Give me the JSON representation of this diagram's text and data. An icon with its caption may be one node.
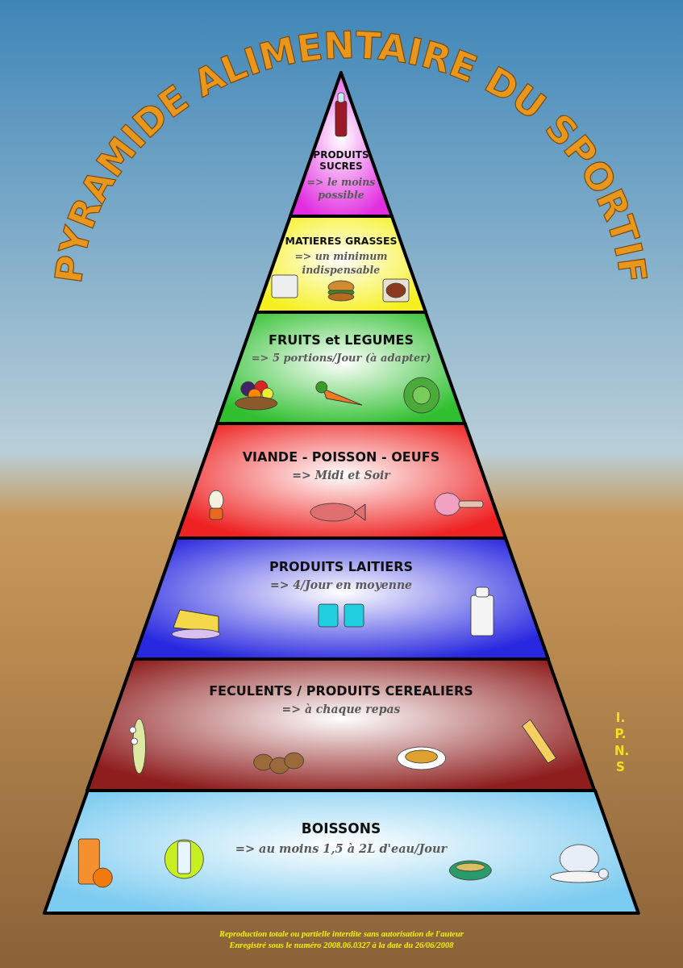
{
  "diagram": {
    "title": "PYRAMIDE ALIMENTAIRE DU SPORTIF",
    "nodes": [
      {
        "text": [
          "PRODUITS SUCRES",
          "=> le moins possible"
        ]
      },
      {
        "text": [
          "MATIERES GRASSES",
          "=> un minimum indispensable"
        ]
      },
      {
        "text": [
          "FRUITS et LEGUMES",
          "=> 5 portions/Jour (à adapter)"
        ]
      },
      {
        "text": [
          "VIANDE - POISSON - OEUFS",
          "=> Midi et Soir"
        ]
      },
      {
        "text": [
          "PRODUITS LAITIERS",
          "=> 4/Jour en moyenne"
        ]
      },
      {
        "text": [
          "FECULENTS / PRODUITS CEREALIERS",
          "=> à chaque repas"
        ]
      },
      {
        "text": [
          "BOISSONS",
          "=> au moins 1,5 à 2L d'eau/Jour"
        ]
      }
    ],
    "labels": [
      "I.P.N.S",
      "Reproduction totale ou partielle interdite sans autorisation de l'auteur",
      "Enregistré sous le numéro 2008.06.0327 à la date du 26/06/2008"
    ]
  }
}
